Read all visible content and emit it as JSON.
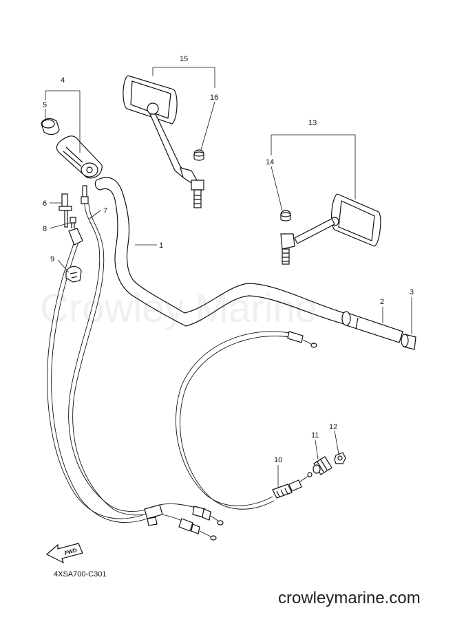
{
  "watermark": "Crowley Marine",
  "site_footer": "crowleymarine.com",
  "diagram_code": "4XSA700-C301",
  "fwd_label": "FWD",
  "callouts": [
    {
      "id": "1",
      "label": "1"
    },
    {
      "id": "2",
      "label": "2"
    },
    {
      "id": "3",
      "label": "3"
    },
    {
      "id": "4",
      "label": "4"
    },
    {
      "id": "5",
      "label": "5"
    },
    {
      "id": "6",
      "label": "6"
    },
    {
      "id": "7",
      "label": "7"
    },
    {
      "id": "8",
      "label": "8"
    },
    {
      "id": "9",
      "label": "9"
    },
    {
      "id": "10",
      "label": "10"
    },
    {
      "id": "11",
      "label": "11"
    },
    {
      "id": "12",
      "label": "12"
    },
    {
      "id": "13",
      "label": "13"
    },
    {
      "id": "14",
      "label": "14"
    },
    {
      "id": "15",
      "label": "15"
    },
    {
      "id": "16",
      "label": "16"
    }
  ]
}
